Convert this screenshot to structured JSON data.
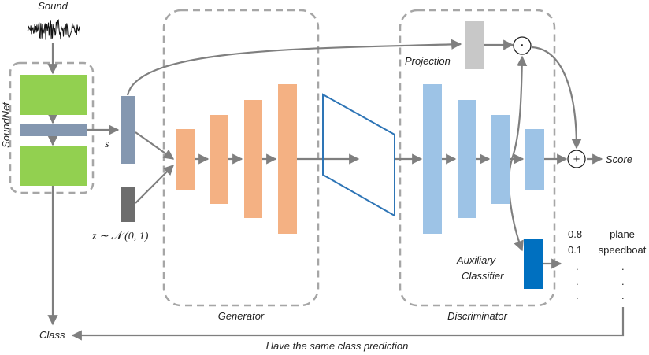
{
  "labels": {
    "sound": "Sound",
    "soundnet": "SoundNet",
    "s": "s",
    "z": "z ∼ 𝒩 (0, 1)",
    "generator": "Generator",
    "projection": "Projection",
    "discriminator": "Discriminator",
    "score": "Score",
    "aux_line1": "Auxiliary",
    "aux_line2": "Classifier",
    "class": "Class",
    "caption": "Have the same class prediction",
    "dot_op": "·",
    "plus_op": "+"
  },
  "predictions": [
    {
      "prob": "0.8",
      "label": "plane"
    },
    {
      "prob": "0.1",
      "label": "speedboat"
    }
  ],
  "ellipsis": ".",
  "colors": {
    "soundnet_block": "#92d050",
    "soundnet_mid": "#8497b0",
    "embedding": "#8497b0",
    "noise": "#6d6d6d",
    "generator": "#f4b183",
    "discriminator": "#9dc3e6",
    "projection": "#c8c8c8",
    "aux": "#0070c0",
    "arrow": "#7f7f7f",
    "dashed_box": "#a6a6a6",
    "image_trapezoid": "#2e75b6"
  }
}
